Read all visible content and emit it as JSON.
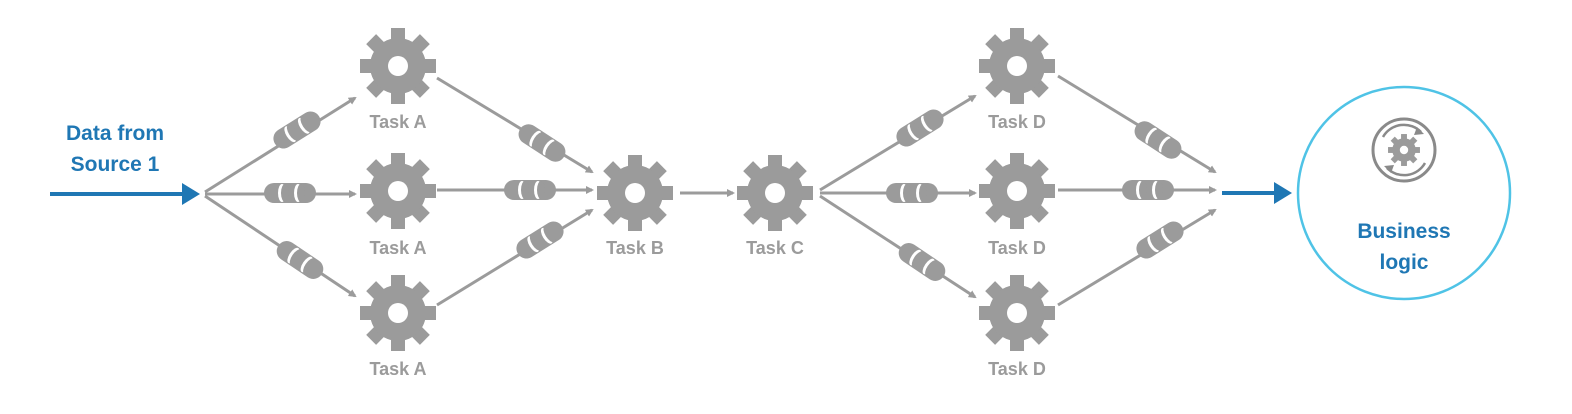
{
  "source": {
    "line1": "Data from",
    "line2": "Source 1"
  },
  "tasks": {
    "a_top": "Task A",
    "a_mid": "Task A",
    "a_bot": "Task A",
    "b": "Task B",
    "c": "Task C",
    "d_top": "Task D",
    "d_mid": "Task D",
    "d_bot": "Task D"
  },
  "sink": {
    "line1": "Business",
    "line2": "logic"
  },
  "colors": {
    "blue": "#1f77b4",
    "gray": "#9b9b9b",
    "circle": "#4fc3e6"
  },
  "icons": {
    "task": "gear-icon",
    "queue": "queue-icon",
    "sink": "cycle-gear-icon"
  }
}
